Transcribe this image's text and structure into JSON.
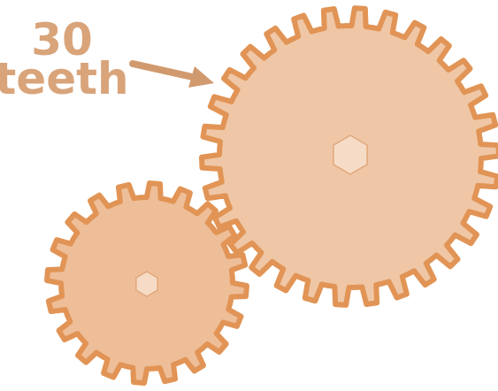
{
  "label": {
    "line1": "30",
    "line2": "teeth"
  },
  "colors": {
    "label": "#D9A47A",
    "arrow": "#D19A6E",
    "gear_fill_large": "#EFC7A6",
    "gear_fill_small": "#EEBE98",
    "gear_stroke": "#E19455",
    "hub_fill": "#F6DCC6",
    "hub_stroke": "#E2A77B"
  },
  "gears": [
    {
      "name": "large-gear",
      "teeth": 30
    },
    {
      "name": "small-gear",
      "teeth": 20
    }
  ]
}
